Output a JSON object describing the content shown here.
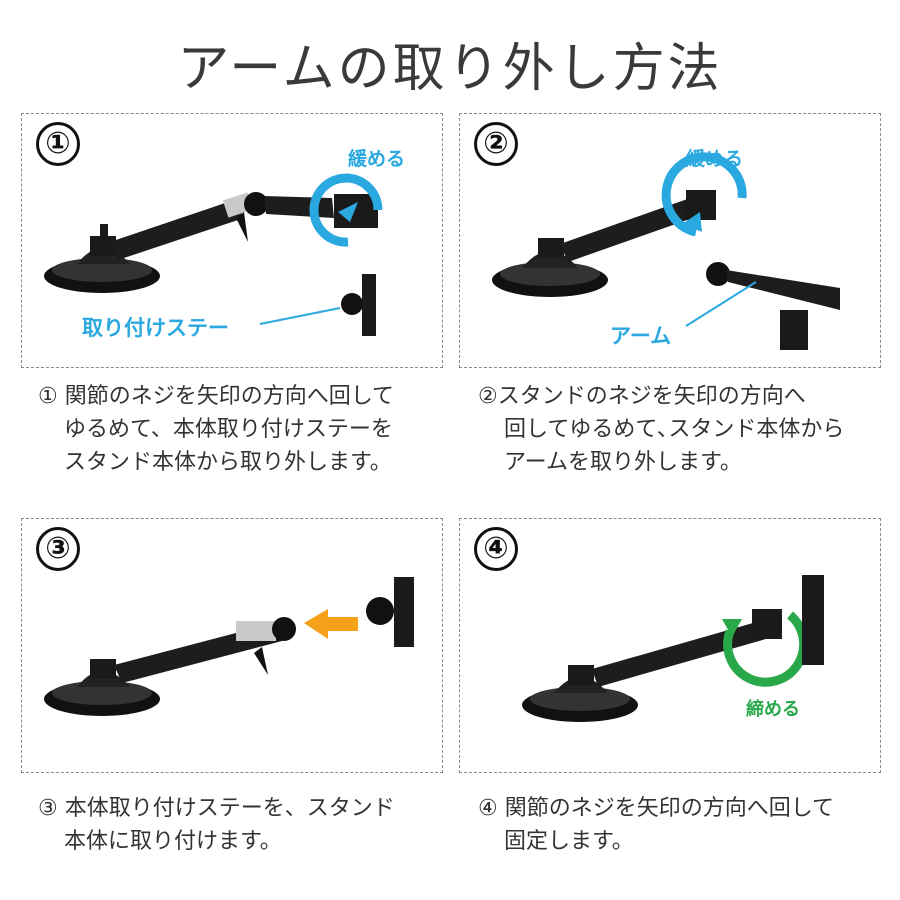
{
  "title": "アームの取り外し方法",
  "colors": {
    "blue": "#2aa8e0",
    "green": "#29a84a",
    "orange": "#f5a11a"
  },
  "panels": [
    {
      "number": "①",
      "labels": {
        "loosen": "緩める",
        "bracket": "取り付けステー"
      }
    },
    {
      "number": "②",
      "labels": {
        "loosen": "緩める",
        "arm": "アーム"
      }
    },
    {
      "number": "③"
    },
    {
      "number": "④",
      "labels": {
        "tighten": "締める"
      }
    }
  ],
  "steps": [
    {
      "lines": [
        "① 関節のネジを矢印の方向へ回して",
        "ゆるめて、本体取り付けステーを",
        "スタンド本体から取り外します。"
      ]
    },
    {
      "lines": [
        "②スタンドのネジを矢印の方向へ",
        "回してゆるめて､スタンド本体から",
        "アームを取り外します。"
      ]
    },
    {
      "lines": [
        "③ 本体取り付けステーを、スタンド",
        "本体に取り付けます。"
      ]
    },
    {
      "lines": [
        "④ 関節のネジを矢印の方向へ回して",
        "固定します。"
      ]
    }
  ]
}
